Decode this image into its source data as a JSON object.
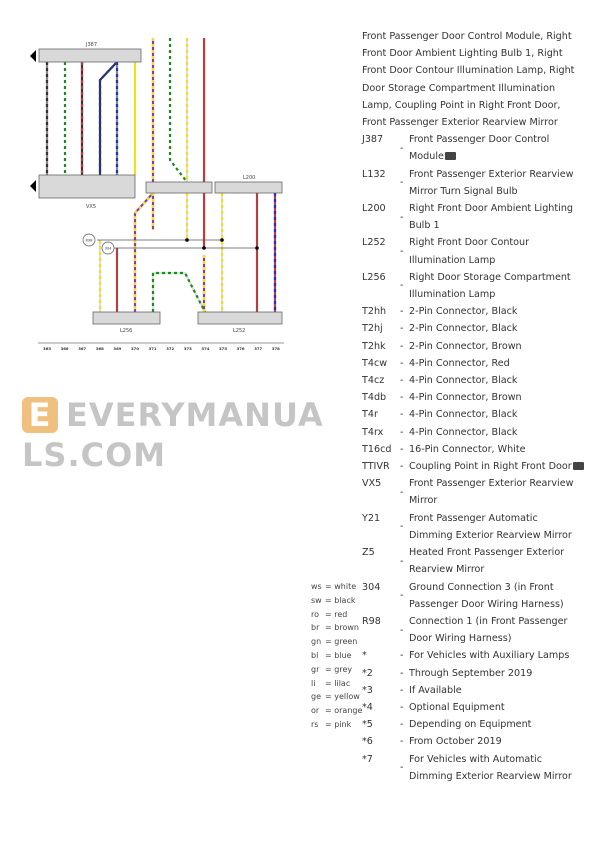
{
  "header_lines": [
    "Front Passenger Door Control Module, Right",
    "Front Door Ambient Lighting Bulb 1, Right",
    "Front Door Contour Illumination Lamp, Right",
    "Door Storage Compartment Illumination",
    "Lamp, Coupling Point in Right Front Door,",
    "Front Passenger Exterior Rearview Mirror"
  ],
  "components": [
    {
      "code": "J387",
      "desc": "Front Passenger Door Control Module",
      "icon": "camera-icon"
    },
    {
      "code": "L132",
      "desc": "Front Passenger Exterior Rearview Mirror Turn Signal Bulb"
    },
    {
      "code": "L200",
      "desc": "Right Front Door Ambient Lighting Bulb 1"
    },
    {
      "code": "L252",
      "desc": "Right Front Door Contour Illumination Lamp"
    },
    {
      "code": "L256",
      "desc": "Right Door Storage Compartment Illumination Lamp"
    },
    {
      "code": "T2hh",
      "desc": "2-Pin Connector, Black"
    },
    {
      "code": "T2hj",
      "desc": "2-Pin Connector, Black"
    },
    {
      "code": "T2hk",
      "desc": "2-Pin Connector, Brown"
    },
    {
      "code": "T4cw",
      "desc": "4-Pin Connector, Red"
    },
    {
      "code": "T4cz",
      "desc": "4-Pin Connector, Black"
    },
    {
      "code": "T4db",
      "desc": "4-Pin Connector, Brown"
    },
    {
      "code": "T4r",
      "desc": "4-Pin Connector, Black"
    },
    {
      "code": "T4rx",
      "desc": "4-Pin Connector, Black"
    },
    {
      "code": "T16cd",
      "desc": "16-Pin Connector, White"
    },
    {
      "code": "TTIVR",
      "desc": "Coupling Point in Right Front Door",
      "icon": "camera-icon"
    },
    {
      "code": "VX5",
      "desc": "Front Passenger Exterior Rearview Mirror"
    },
    {
      "code": "Y21",
      "desc": "Front Passenger Automatic Dimming Exterior Rearview Mirror"
    },
    {
      "code": "Z5",
      "desc": "Heated Front Passenger Exterior Rearview Mirror"
    },
    {
      "code": "304",
      "desc": "Ground Connection 3 (in Front Passenger Door Wiring Harness)"
    },
    {
      "code": "R98",
      "desc": "Connection 1 (in Front Passenger Door Wiring Harness)"
    },
    {
      "code": "*",
      "desc": "For Vehicles with Auxiliary Lamps"
    },
    {
      "code": "*2",
      "desc": "Through September 2019"
    },
    {
      "code": "*3",
      "desc": "If Available"
    },
    {
      "code": "*4",
      "desc": "Optional Equipment"
    },
    {
      "code": "*5",
      "desc": "Depending on Equipment"
    },
    {
      "code": "*6",
      "desc": "From October 2019"
    },
    {
      "code": "*7",
      "desc": "For Vehicles with Automatic Dimming Exterior Rearview Mirror"
    }
  ],
  "color_legend": [
    {
      "abbr": "ws",
      "name": "white"
    },
    {
      "abbr": "sw",
      "name": "black"
    },
    {
      "abbr": "ro",
      "name": "red"
    },
    {
      "abbr": "br",
      "name": "brown"
    },
    {
      "abbr": "gn",
      "name": "green"
    },
    {
      "abbr": "bl",
      "name": "blue"
    },
    {
      "abbr": "gr",
      "name": "grey"
    },
    {
      "abbr": "li",
      "name": "lilac"
    },
    {
      "abbr": "ge",
      "name": "yellow"
    },
    {
      "abbr": "or",
      "name": "orange"
    },
    {
      "abbr": "rs",
      "name": "pink"
    }
  ],
  "diagram": {
    "labels": {
      "top_module": "J387",
      "mirror": "VX5",
      "l200": "L200",
      "l256": "L256",
      "l252": "L252",
      "r98": "R98",
      "g304": "304"
    },
    "column_numbers": [
      "365",
      "366",
      "367",
      "368",
      "369",
      "370",
      "371",
      "372",
      "373",
      "374",
      "375",
      "376",
      "377",
      "378"
    ]
  },
  "watermark": "EVERYMANUALS.COM"
}
